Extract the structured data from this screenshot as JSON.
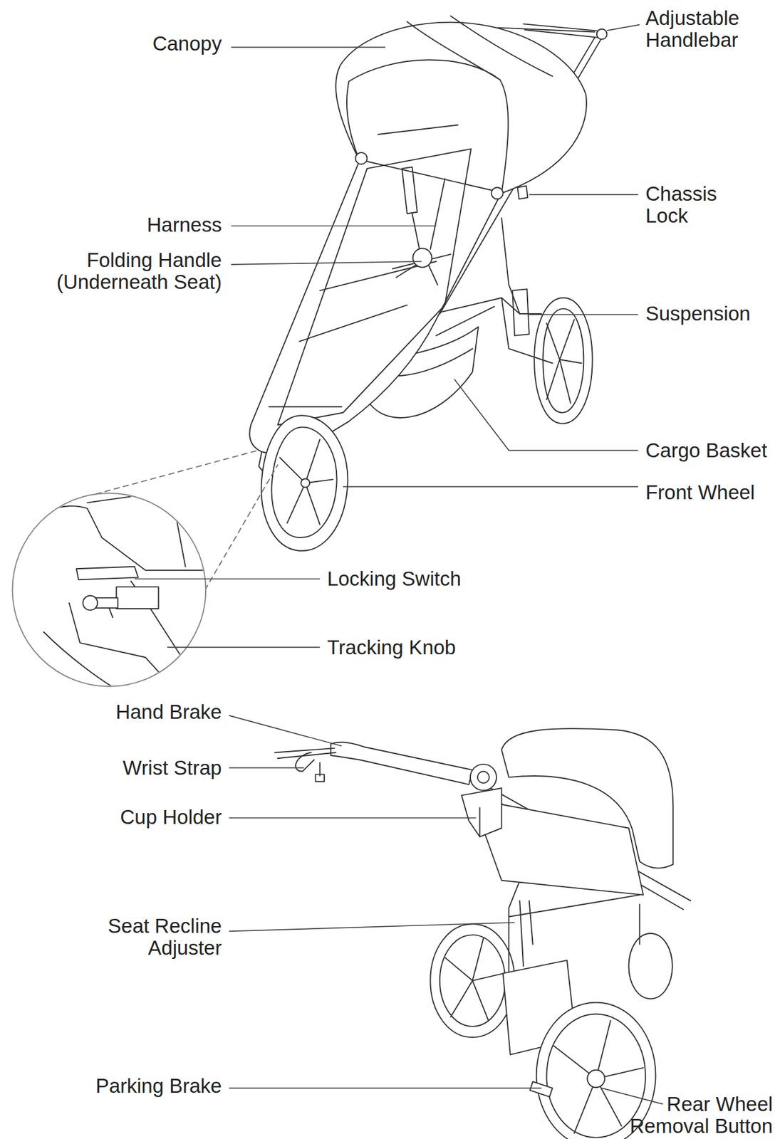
{
  "diagram": {
    "labels": [
      "Canopy",
      "Adjustable Handlebar",
      "Harness",
      "Chassis Lock",
      "Folding Handle (Underneath Seat)",
      "Suspension",
      "Cargo Basket",
      "Front Wheel",
      "Locking Switch",
      "Tracking Knob",
      "Hand Brake",
      "Wrist Strap",
      "Cup Holder",
      "Seat Recline Adjuster",
      "Parking Brake",
      "Rear Wheel Removal Button"
    ]
  }
}
